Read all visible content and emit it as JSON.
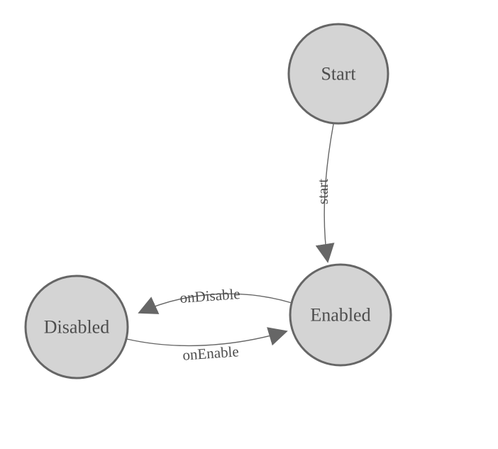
{
  "diagram": {
    "type": "state-machine",
    "nodes": [
      {
        "id": "start",
        "label": "Start"
      },
      {
        "id": "enabled",
        "label": "Enabled"
      },
      {
        "id": "disabled",
        "label": "Disabled"
      }
    ],
    "edges": [
      {
        "from": "Start",
        "to": "Enabled",
        "label": "start"
      },
      {
        "from": "Enabled",
        "to": "Disabled",
        "label": "onDisable"
      },
      {
        "from": "Disabled",
        "to": "Enabled",
        "label": "onEnable"
      }
    ],
    "colors": {
      "node_fill": "#d4d4d4",
      "node_stroke": "#666666",
      "edge_stroke": "#666666",
      "arrowhead_fill": "#666666",
      "text": "#4d4d4d",
      "background": "#ffffff"
    }
  }
}
